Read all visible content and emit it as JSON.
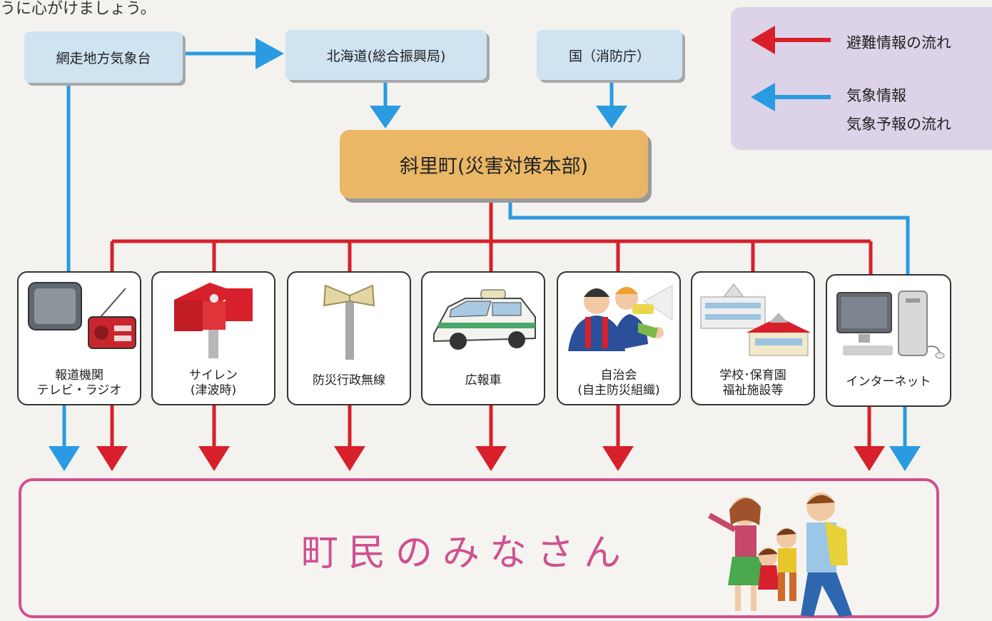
{
  "header": {
    "note": "うに心がけましょう。"
  },
  "legend": {
    "evac_label": "避難情報の流れ",
    "weather_label_1": "気象情報",
    "weather_label_2": "気象予報の流れ",
    "colors": {
      "evac": "#d7202b",
      "weather": "#2a9be0"
    }
  },
  "sources": {
    "abashiri": "網走地方気象台",
    "hokkaido": "北海道(総合振興局)",
    "kuni": "国（消防庁）"
  },
  "hq": {
    "label": "斜里町(災害対策本部)"
  },
  "channels": [
    {
      "line1": "報道機関",
      "line2": "テレビ・ラジオ",
      "icon": "tv-radio-icon"
    },
    {
      "line1": "サイレン",
      "line2": "(津波時)",
      "icon": "siren-icon"
    },
    {
      "line1": "防災行政無線",
      "line2": "",
      "icon": "loudspeaker-pole-icon"
    },
    {
      "line1": "広報車",
      "line2": "",
      "icon": "pr-car-icon"
    },
    {
      "line1": "自治会",
      "line2": "(自主防災組織)",
      "icon": "community-people-icon"
    },
    {
      "line1": "学校･保育園",
      "line2": "福祉施設等",
      "icon": "school-building-icon"
    },
    {
      "line1": "インターネット",
      "line2": "",
      "icon": "computer-icon"
    }
  ],
  "residents": {
    "label": "町民のみなさん"
  }
}
